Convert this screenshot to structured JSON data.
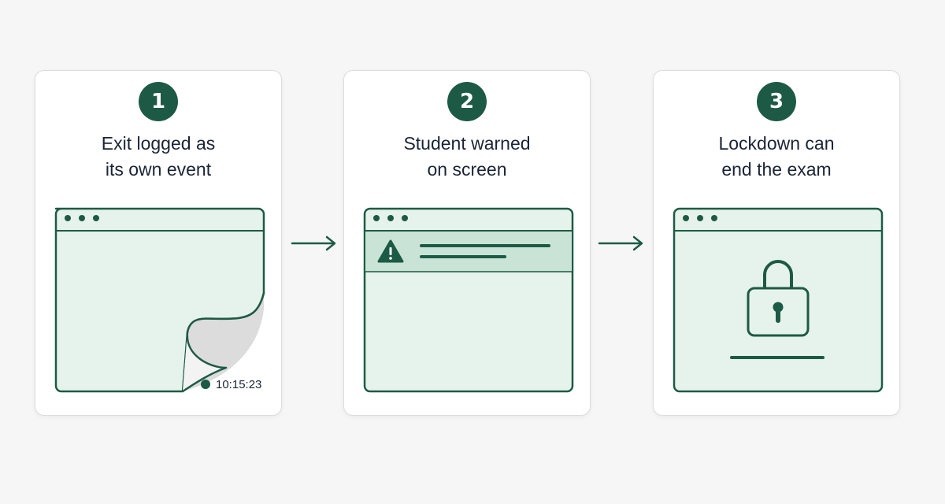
{
  "steps": [
    {
      "number": "1",
      "title_lines": [
        "Exit logged as",
        "its own event"
      ],
      "timestamp": "10:15:23"
    },
    {
      "number": "2",
      "title_lines": [
        "Student warned",
        "on screen"
      ]
    },
    {
      "number": "3",
      "title_lines": [
        "Lockdown can",
        "end the exam"
      ]
    }
  ],
  "icons": {
    "step1": "page-curl-icon",
    "step2": "warning-icon",
    "step3": "padlock-icon",
    "connector": "arrow-right-icon"
  },
  "colors": {
    "accent": "#1d5a45",
    "window_fill": "#e6f2ec",
    "banner_fill": "#c9e4d6",
    "text": "#1b2436",
    "card": "#ffffff",
    "background": "#f6f6f6"
  }
}
